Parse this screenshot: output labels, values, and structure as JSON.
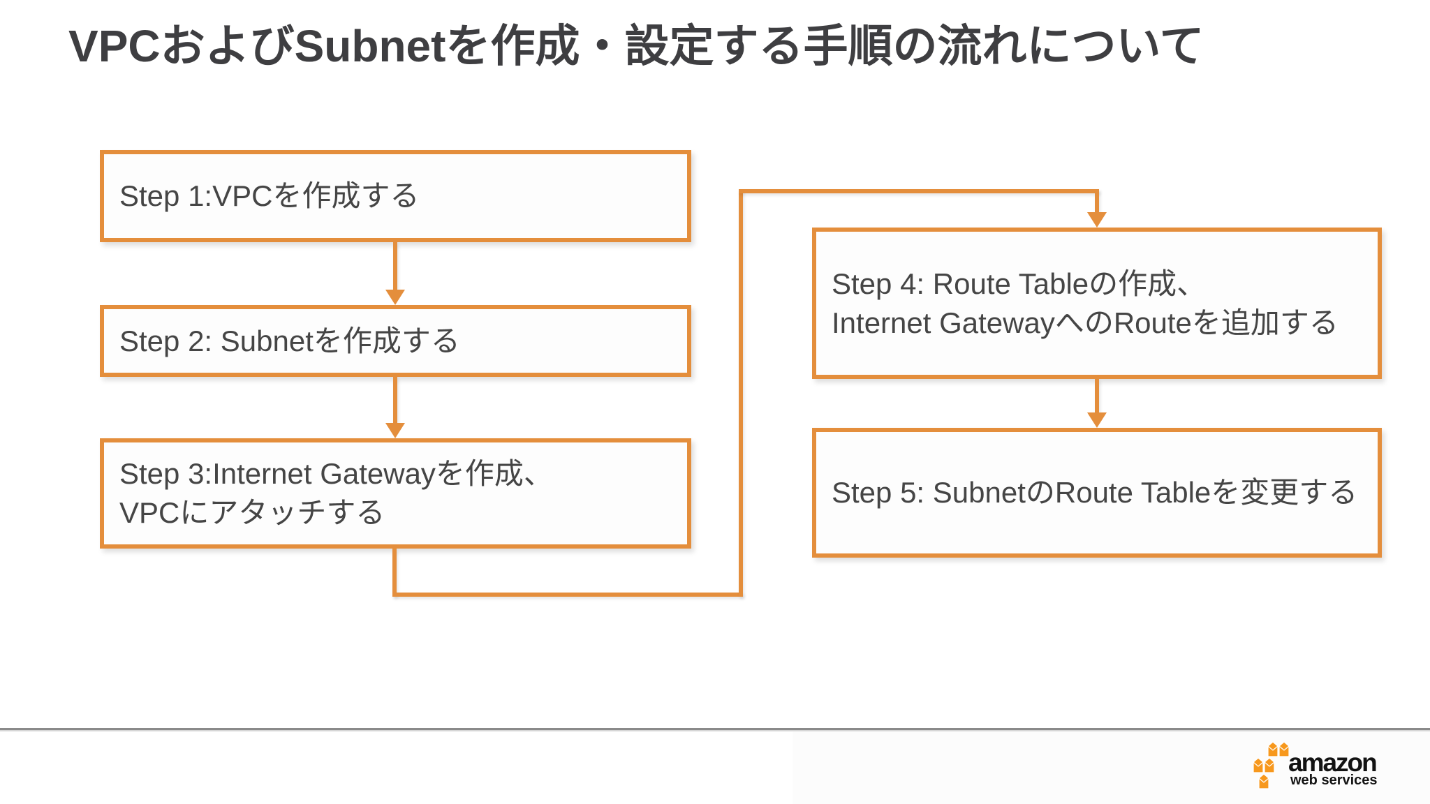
{
  "slide": {
    "title": "VPCおよびSubnetを作成・設定する手順の流れについて"
  },
  "colors": {
    "accent": "#E48E3C",
    "box-fill": "#FDFDFD",
    "box-text": "#454545",
    "title-text": "#3E3E41",
    "divider": "#8A8A8A",
    "logo-cube": "#F7981D",
    "logo-text": "#131313"
  },
  "steps": [
    {
      "label": "Step 1:VPCを作成する"
    },
    {
      "label": "Step 2: Subnetを作成する"
    },
    {
      "label": "Step 3:Internet Gatewayを作成、\nVPCにアタッチする"
    },
    {
      "label": "Step 4: Route Tableの作成、\nInternet GatewayへのRouteを追加する"
    },
    {
      "label": "Step 5: SubnetのRoute Tableを変更する"
    }
  ],
  "footer": {
    "logo": {
      "brand": "amazon",
      "subtitle": "web services"
    }
  }
}
